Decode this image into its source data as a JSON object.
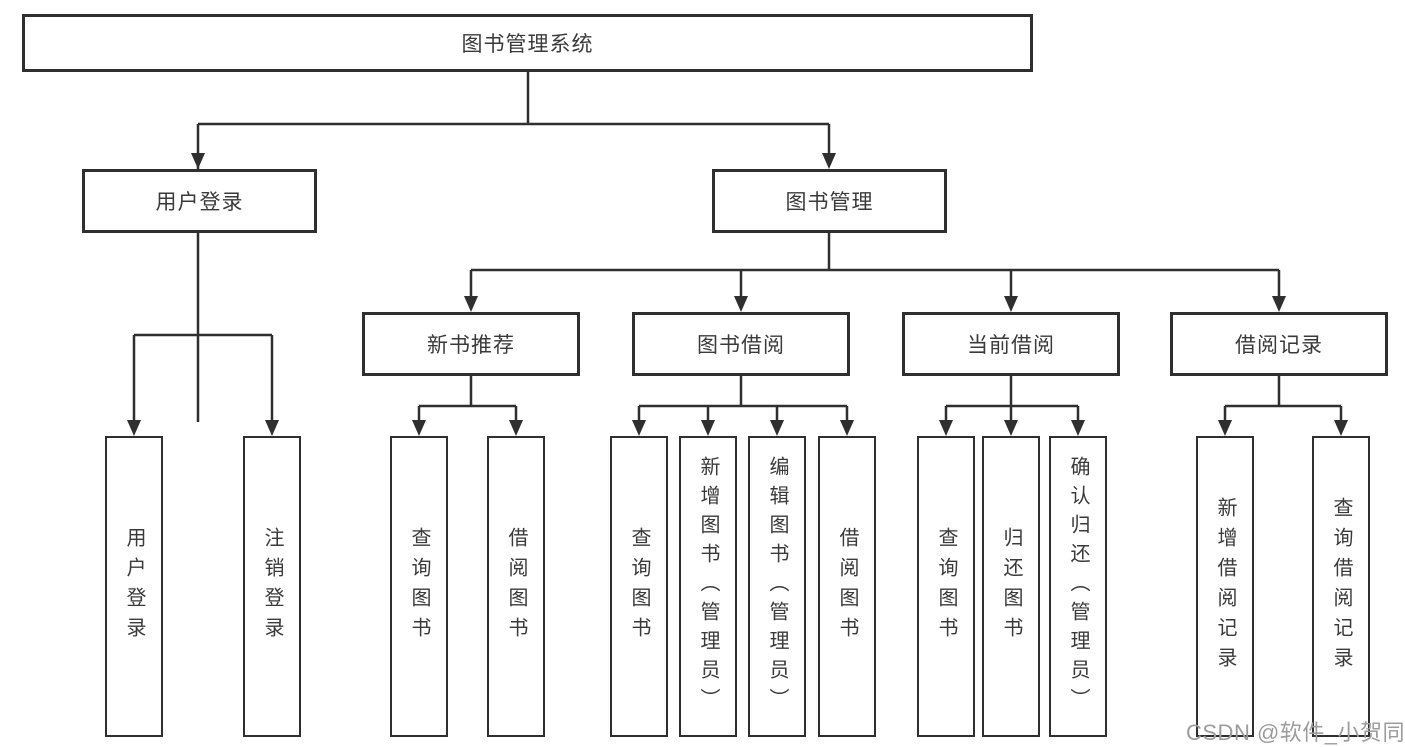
{
  "diagram": {
    "root": "图书管理系统",
    "branches": [
      {
        "label": "用户登录",
        "children": [
          "用户登录",
          "注销登录"
        ]
      },
      {
        "label": "图书管理",
        "children": [
          {
            "label": "新书推荐",
            "children": [
              "查询图书",
              "借阅图书"
            ]
          },
          {
            "label": "图书借阅",
            "children": [
              "查询图书",
              "新增图书（管理员）",
              "编辑图书（管理员）",
              "借阅图书"
            ]
          },
          {
            "label": "当前借阅",
            "children": [
              "查询图书",
              "归还图书",
              "确认归还（管理员）"
            ]
          },
          {
            "label": "借阅记录",
            "children": [
              "新增借阅记录",
              "查询借阅记录"
            ]
          }
        ]
      }
    ]
  },
  "watermark": "CSDN @软件_小贺同学",
  "colors": {
    "line": "#2f2f2f",
    "box_border": "#2f2f2f",
    "text": "#3a3a3a",
    "watermark_text": "#9c9c9c",
    "background": "#ffffff"
  }
}
